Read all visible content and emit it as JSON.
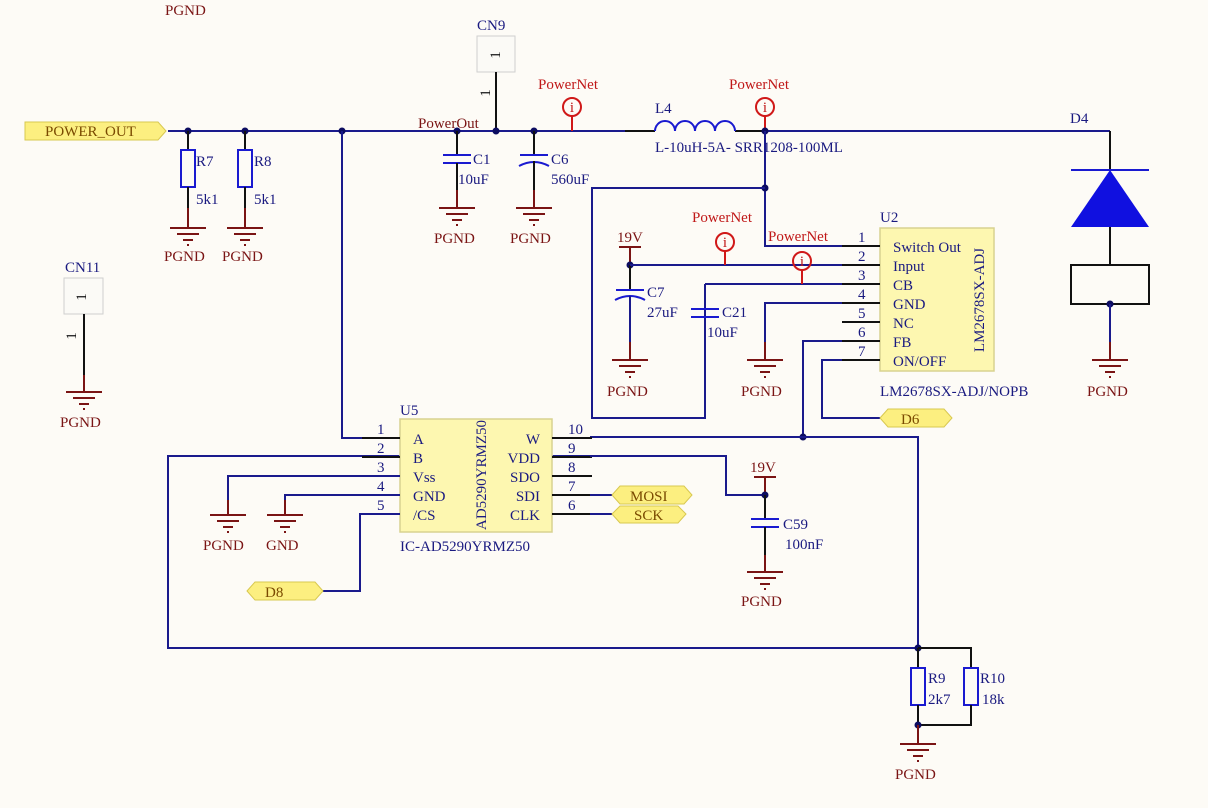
{
  "nets": {
    "top_pgnd": "PGND",
    "power_out": "POWER_OUT",
    "power_out_net": "PowerOut",
    "powernet": "PowerNet",
    "pgnd": "PGND",
    "gnd": "GND",
    "v19": "19V",
    "d6": "D6",
    "d8": "D8",
    "mosi": "MOSI",
    "sck": "SCK"
  },
  "components": {
    "cn9": {
      "ref": "CN9",
      "pin": "1"
    },
    "cn11": {
      "ref": "CN11",
      "pin": "1"
    },
    "r7": {
      "ref": "R7",
      "value": "5k1"
    },
    "r8": {
      "ref": "R8",
      "value": "5k1"
    },
    "r9": {
      "ref": "R9",
      "value": "2k7"
    },
    "r10": {
      "ref": "R10",
      "value": "18k"
    },
    "c1": {
      "ref": "C1",
      "value": "10uF"
    },
    "c6": {
      "ref": "C6",
      "value": "560uF"
    },
    "c7": {
      "ref": "C7",
      "value": "27uF"
    },
    "c21": {
      "ref": "C21",
      "value": "10uF"
    },
    "c59": {
      "ref": "C59",
      "value": "100nF"
    },
    "l4": {
      "ref": "L4",
      "value": "L-10uH-5A- SRR1208-100ML"
    },
    "d4": {
      "ref": "D4"
    },
    "u2": {
      "ref": "U2",
      "part": "LM2678SX-ADJ",
      "value": "LM2678SX-ADJ/NOPB",
      "pins": [
        {
          "num": "1",
          "name": "Switch Out"
        },
        {
          "num": "2",
          "name": "Input"
        },
        {
          "num": "3",
          "name": "CB"
        },
        {
          "num": "4",
          "name": "GND"
        },
        {
          "num": "5",
          "name": "NC"
        },
        {
          "num": "6",
          "name": "FB"
        },
        {
          "num": "7",
          "name": "ON/OFF"
        }
      ]
    },
    "u5": {
      "ref": "U5",
      "part": "AD5290YRMZ50",
      "value": "IC-AD5290YRMZ50",
      "left_pins": [
        {
          "num": "1",
          "name": "A"
        },
        {
          "num": "2",
          "name": "B"
        },
        {
          "num": "3",
          "name": "Vss"
        },
        {
          "num": "4",
          "name": "GND"
        },
        {
          "num": "5",
          "name": "/CS"
        }
      ],
      "right_pins": [
        {
          "num": "10",
          "name": "W"
        },
        {
          "num": "9",
          "name": "VDD"
        },
        {
          "num": "8",
          "name": "SDO"
        },
        {
          "num": "7",
          "name": "SDI"
        },
        {
          "num": "6",
          "name": "CLK"
        }
      ]
    }
  },
  "colors": {
    "background": "#fdfbf6",
    "wire": "#1a1a8c",
    "ground": "#7a1414",
    "powernet": "#d01818",
    "chip_fill": "#fdf7b0",
    "port_fill": "#fcef80"
  }
}
